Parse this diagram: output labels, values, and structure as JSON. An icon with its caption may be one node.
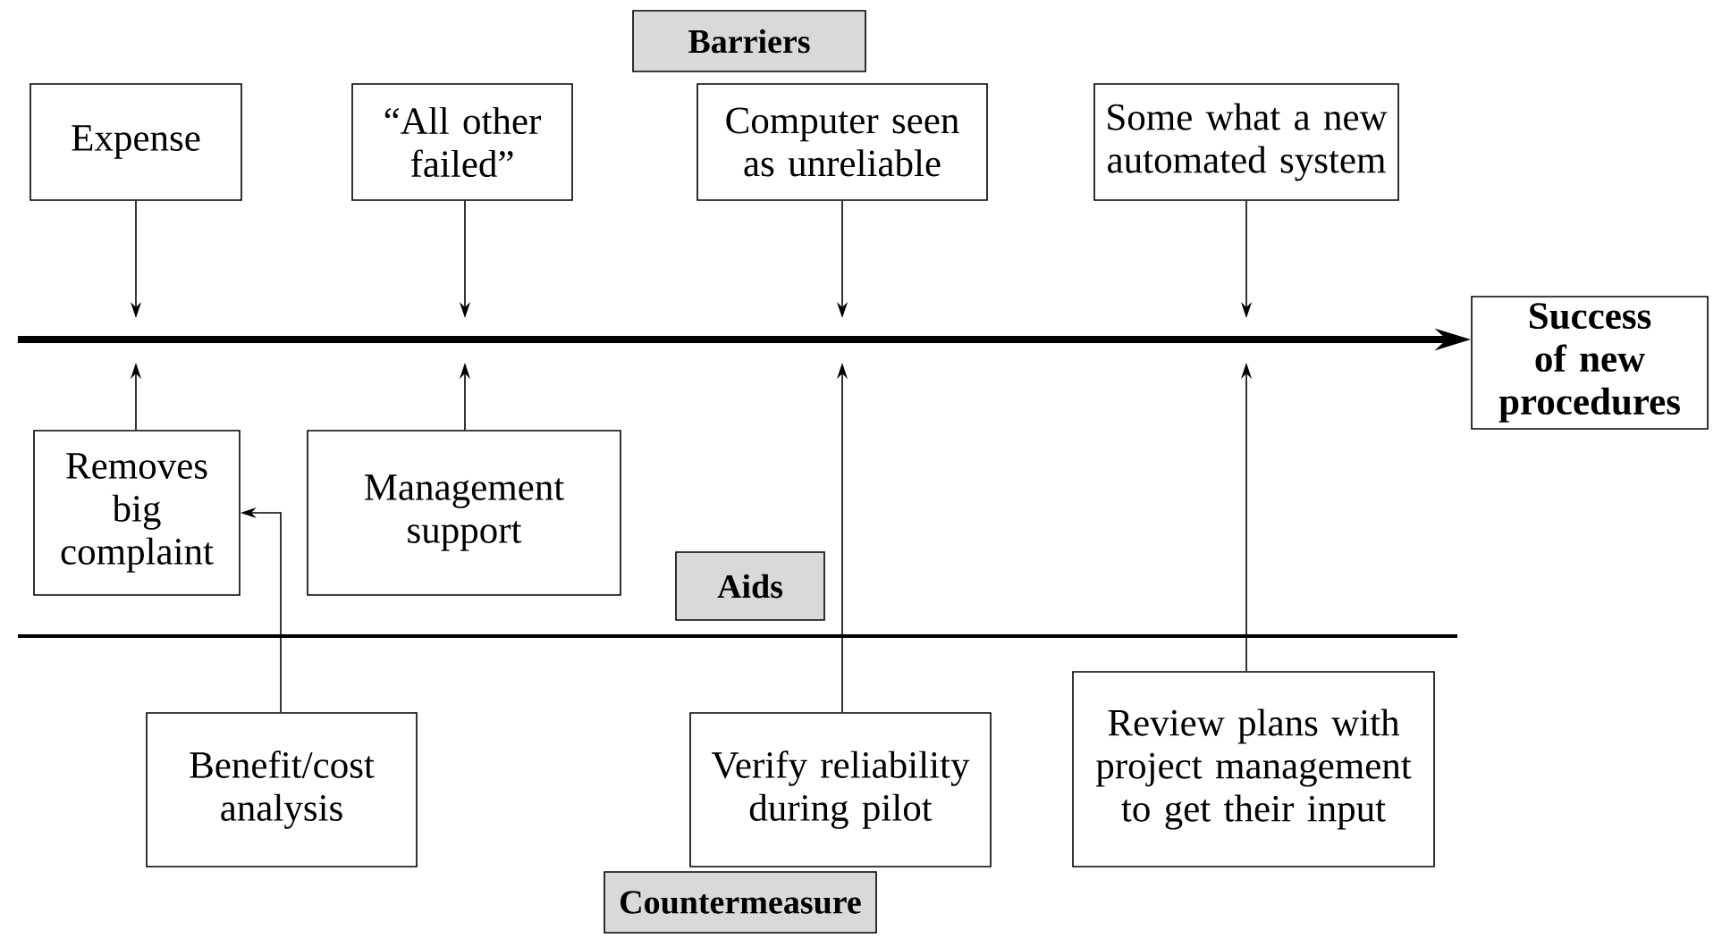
{
  "diagram": {
    "nodes": [
      {
        "text": [
          "Barriers"
        ]
      },
      {
        "text": [
          "Expense"
        ]
      },
      {
        "text": [
          "“All other failed”"
        ]
      },
      {
        "text": [
          "Computer seen as unreliable"
        ]
      },
      {
        "text": [
          "Some what a new automated system"
        ]
      },
      {
        "text": [
          "Success of new procedures"
        ]
      },
      {
        "text": [
          "Removes big complaint"
        ]
      },
      {
        "text": [
          "Management support"
        ]
      },
      {
        "text": [
          "Aids"
        ]
      },
      {
        "text": [
          "Benefit/cost analysis"
        ]
      },
      {
        "text": [
          "Verify reliability during pilot"
        ]
      },
      {
        "text": [
          "Review plans with project management to get their input"
        ]
      },
      {
        "text": [
          "Countermeasure"
        ]
      }
    ],
    "edges": [
      {
        "from": null,
        "to": 5,
        "arrow": "to",
        "style": "thick"
      },
      {
        "from": 1,
        "to": null,
        "arrow": "to"
      },
      {
        "from": 2,
        "to": null,
        "arrow": "to"
      },
      {
        "from": 3,
        "to": null,
        "arrow": "to"
      },
      {
        "from": 4,
        "to": null,
        "arrow": "to"
      },
      {
        "from": 6,
        "to": null,
        "arrow": "to"
      },
      {
        "from": 7,
        "to": null,
        "arrow": "to"
      },
      {
        "from": 9,
        "to": 6,
        "arrow": "to"
      },
      {
        "from": 10,
        "to": null,
        "arrow": "to"
      },
      {
        "from": 11,
        "to": null,
        "arrow": "to"
      }
    ]
  }
}
